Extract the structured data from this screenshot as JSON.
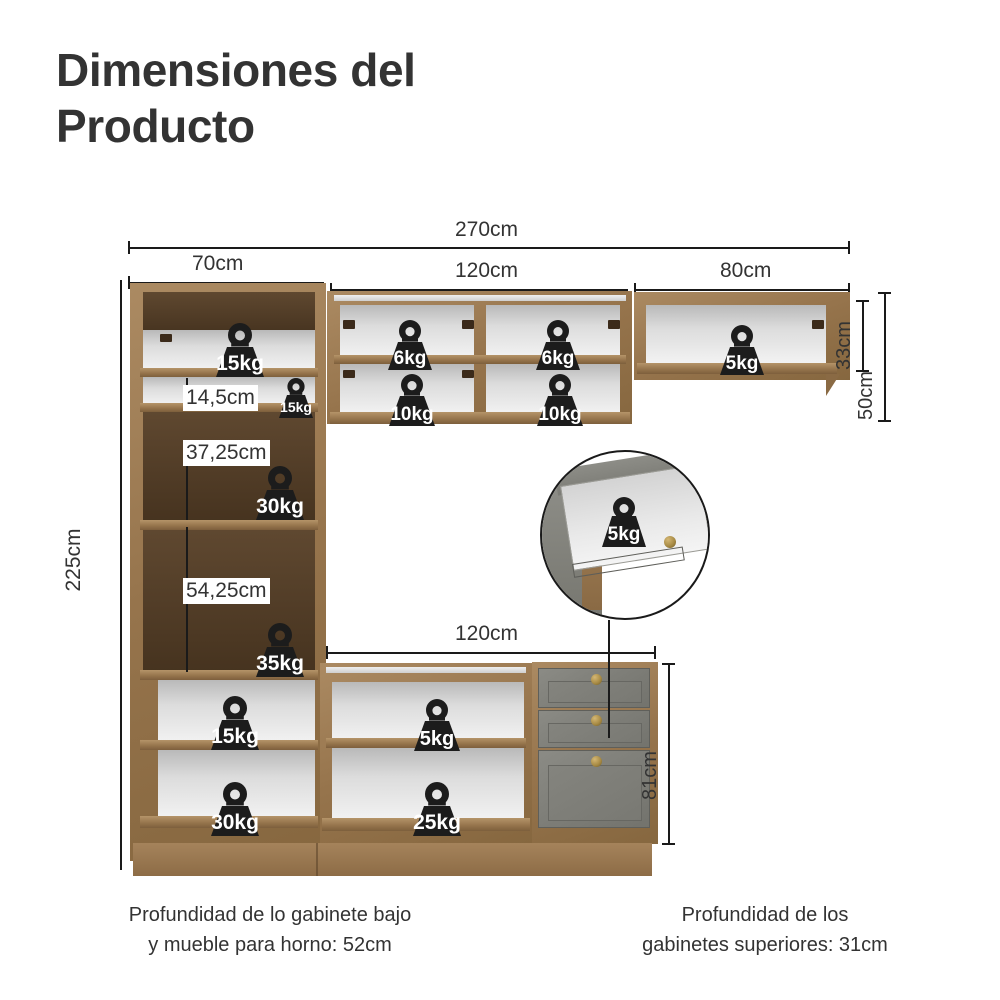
{
  "page": {
    "title": "Dimensiones del\nProducto",
    "background_color": "#ffffff",
    "text_color": "#333333"
  },
  "dimensions": {
    "total_width": "270cm",
    "upper_left_width": "70cm",
    "upper_middle_width": "120cm",
    "upper_right_width": "80cm",
    "lower_middle_width": "120cm",
    "total_height": "225cm",
    "upper_cabinet_inner_height": "33cm",
    "upper_cabinet_outer_height": "50cm",
    "base_cabinet_height": "81cm",
    "shelf_gap_1": "14,5cm",
    "shelf_gap_2": "37,25cm",
    "shelf_gap_3": "54,25cm"
  },
  "weights": {
    "tall_top": "15kg",
    "tall_small": "15kg",
    "tall_mid_upper": "30kg",
    "tall_mid_lower": "35kg",
    "tall_low_upper": "15kg",
    "tall_low_lower": "30kg",
    "upper_mid_top_left": "6kg",
    "upper_mid_top_right": "6kg",
    "upper_mid_bottom_left": "10kg",
    "upper_mid_bottom_right": "10kg",
    "upper_right": "5kg",
    "lower_right_upper": "5kg",
    "lower_right_lower": "25kg",
    "drawer_callout": "5kg"
  },
  "captions": {
    "left": "Profundidad de lo gabinete bajo\ny mueble para horno: 52cm",
    "right": "Profundidad de los\ngabinetes superiores: 31cm"
  },
  "colors": {
    "wood_light": "#a9855c",
    "wood_dark": "#4a3724",
    "cavity": "#e4e4e4",
    "gray_cabinet": "#7d7d77",
    "knob_brass": "#a98c46",
    "line": "#1a1a1a"
  }
}
